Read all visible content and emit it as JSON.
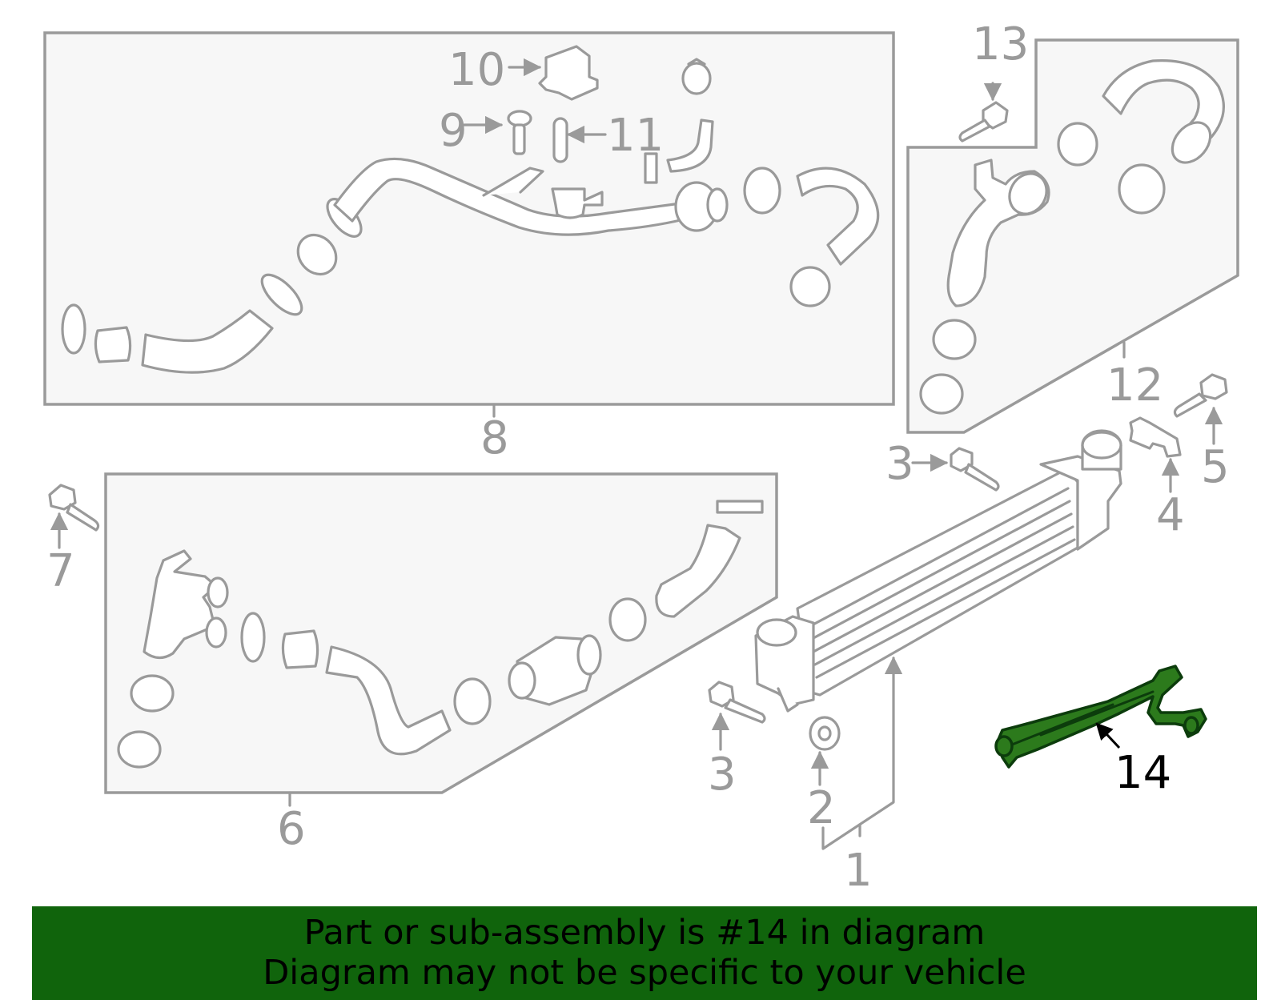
{
  "callouts": {
    "c1": "1",
    "c2": "2",
    "c3a": "3",
    "c3b": "3",
    "c4": "4",
    "c5": "5",
    "c6": "6",
    "c7": "7",
    "c8": "8",
    "c9": "9",
    "c10": "10",
    "c11": "11",
    "c12": "12",
    "c13": "13",
    "c14": "14"
  },
  "highlighted_part": "14",
  "colors": {
    "highlight": "#2c7a1c",
    "banner": "#10640c",
    "line": "#9a9a9a"
  },
  "banner": {
    "line1": "Part or sub-assembly is #14 in diagram",
    "line2": "Diagram may not be specific to your vehicle"
  }
}
